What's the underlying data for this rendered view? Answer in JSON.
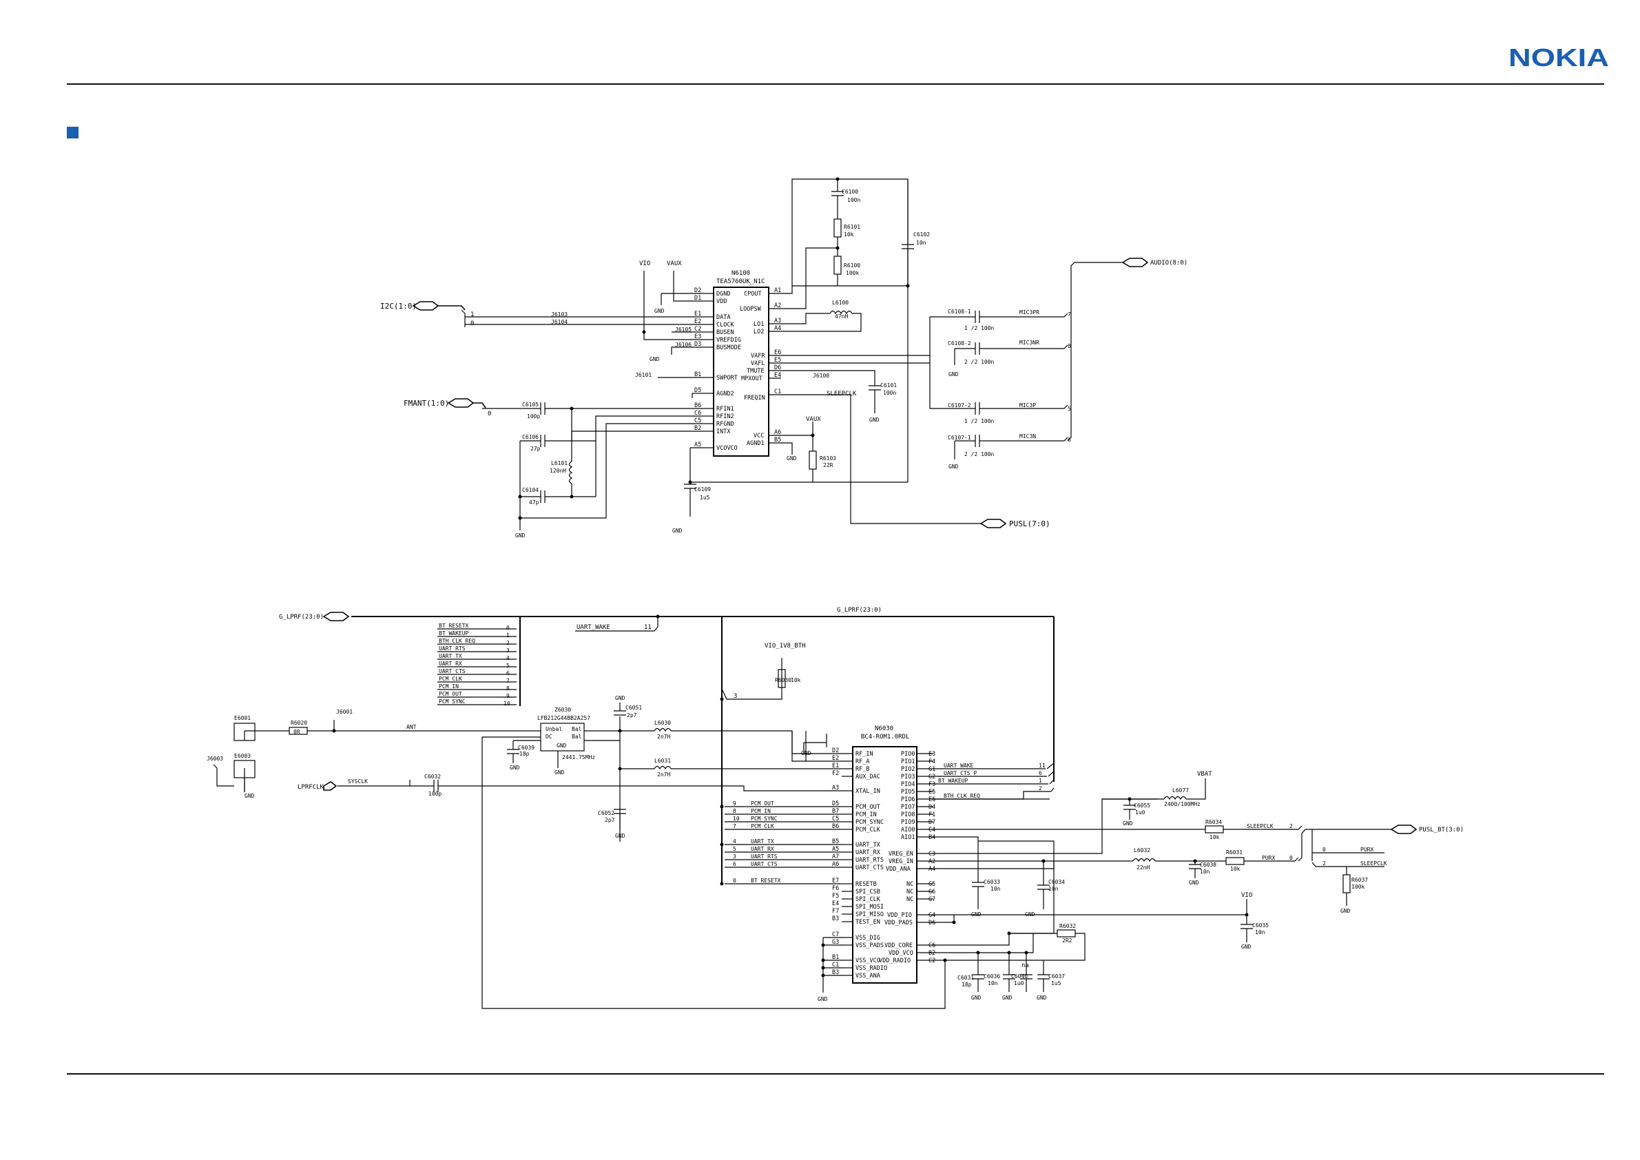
{
  "brand": {
    "logo_text": "NOKIA",
    "color": "#1a5fb4"
  },
  "section_marker_color": "#1a5fb4",
  "fm_radio": {
    "ic": {
      "ref": "N6100",
      "part": "TEA5760UK_N1C",
      "left_pins": [
        {
          "num": "D2",
          "name": "DGND"
        },
        {
          "num": "D1",
          "name": "VDD"
        },
        {
          "num": "E1",
          "name": "DATA"
        },
        {
          "num": "E2",
          "name": "CLOCK"
        },
        {
          "num": "C2",
          "name": "BUSEN"
        },
        {
          "num": "E3",
          "name": "VREFDIG"
        },
        {
          "num": "D3",
          "name": "BUSMODE"
        },
        {
          "num": "B1",
          "name": "SWPORT"
        },
        {
          "num": "D5",
          "name": "AGND2"
        },
        {
          "num": "B6",
          "name": "RFIN1"
        },
        {
          "num": "C6",
          "name": "RFIN2"
        },
        {
          "num": "C5",
          "name": "RFGND"
        },
        {
          "num": "B2",
          "name": "INTX"
        },
        {
          "num": "A5",
          "name": "VCOVCO"
        }
      ],
      "right_pins": [
        {
          "num": "A1",
          "name": "CPOUT"
        },
        {
          "num": "A2",
          "name": "LOOPSW"
        },
        {
          "num": "A3",
          "name": "LO1"
        },
        {
          "num": "A4",
          "name": "LO2"
        },
        {
          "num": "E6",
          "name": "VAFR"
        },
        {
          "num": "E5",
          "name": "VAFL"
        },
        {
          "num": "D6",
          "name": "TMUTE"
        },
        {
          "num": "E4",
          "name": "MPXOUT"
        },
        {
          "num": "C1",
          "name": "FREQIN"
        },
        {
          "num": "A6",
          "name": "VCC"
        },
        {
          "num": "B5",
          "name": "AGND1"
        }
      ]
    },
    "ports": {
      "i2c": "I2C(1:0)",
      "fmant": "FMANT(1:0)",
      "audio": "AUDIO(8:0)",
      "pusl": "PUSL(7:0)"
    },
    "supplies": {
      "vio": "VIO",
      "vaux": "VAUX",
      "vaux2": "VAUX"
    },
    "gnd": "GND",
    "components": [
      {
        "ref": "C6100",
        "val": "100n"
      },
      {
        "ref": "R6101",
        "val": "10k"
      },
      {
        "ref": "R6100",
        "val": "100k"
      },
      {
        "ref": "C6102",
        "val": "10n"
      },
      {
        "ref": "L6100",
        "val": "47nH"
      },
      {
        "ref": "C6101",
        "val": "100n"
      },
      {
        "ref": "R6103",
        "val": "22R"
      },
      {
        "ref": "C6109",
        "val": "1u5"
      },
      {
        "ref": "C6105",
        "val": "100p"
      },
      {
        "ref": "C6106",
        "val": "27p"
      },
      {
        "ref": "L6101",
        "val": "120nH"
      },
      {
        "ref": "C6104",
        "val": "47p"
      }
    ],
    "test_points": [
      "J6103",
      "J6104",
      "J6105",
      "J6106",
      "J6101",
      "J6100"
    ],
    "bus_bits": {
      "i2c_1": "1",
      "i2c_0": "0",
      "fm_0": "0"
    },
    "sleepclk": "SLEEPCLK",
    "mic_caps": [
      {
        "ref": "C6108-1",
        "pins": "1  /2 100n",
        "net": "MIC3PR",
        "bit": "7"
      },
      {
        "ref": "C6108-2",
        "pins": "2  /2 100n",
        "net": "MIC3NR",
        "bit": "8"
      },
      {
        "ref": "C6107-2",
        "pins": "1  /2 100n",
        "net": "MIC3P",
        "bit": "5"
      },
      {
        "ref": "C6107-1",
        "pins": "2  /2 100n",
        "net": "MIC3N",
        "bit": "6"
      }
    ]
  },
  "bluetooth": {
    "ic": {
      "ref": "N6030",
      "part": "BC4-ROM1.0RDL",
      "left_pins": [
        {
          "num": "D2",
          "name": "RF_IN"
        },
        {
          "num": "E2",
          "name": "RF_A"
        },
        {
          "num": "E1",
          "name": "RF_B"
        },
        {
          "num": "F2",
          "name": "AUX_DAC"
        },
        {
          "num": "A3",
          "name": "XTAL_IN"
        },
        {
          "num": "D5",
          "name": "PCM_OUT"
        },
        {
          "num": "B7",
          "name": "PCM_IN"
        },
        {
          "num": "C5",
          "name": "PCM_SYNC"
        },
        {
          "num": "B6",
          "name": "PCM_CLK"
        },
        {
          "num": "B5",
          "name": "UART_TX"
        },
        {
          "num": "A5",
          "name": "UART_RX"
        },
        {
          "num": "A7",
          "name": "UART_RTS"
        },
        {
          "num": "A6",
          "name": "UART_CTS"
        },
        {
          "num": "E7",
          "name": "RESETB"
        },
        {
          "num": "F6",
          "name": "SPI_CSB"
        },
        {
          "num": "F5",
          "name": "SPI_CLK"
        },
        {
          "num": "E4",
          "name": "SPI_MOSI"
        },
        {
          "num": "F7",
          "name": "SPI_MISO"
        },
        {
          "num": "B3",
          "name": "TEST_EN"
        },
        {
          "num": "C7",
          "name": "VSS_DIG"
        },
        {
          "num": "G3",
          "name": "VSS_PADS"
        },
        {
          "num": "B1",
          "name": "VSS_VCO"
        },
        {
          "num": "C1",
          "name": "VSS_RADIO"
        },
        {
          "num": "B3",
          "name": "VSS_ANA"
        }
      ],
      "right_pins": [
        {
          "num": "E3",
          "name": "PIO0"
        },
        {
          "num": "F4",
          "name": "PIO1"
        },
        {
          "num": "G1",
          "name": "PIO2"
        },
        {
          "num": "G2",
          "name": "PIO3"
        },
        {
          "num": "F3",
          "name": "PIO4"
        },
        {
          "num": "E5",
          "name": "PIO5"
        },
        {
          "num": "E6",
          "name": "PIO6"
        },
        {
          "num": "D4",
          "name": "PIO7"
        },
        {
          "num": "F1",
          "name": "PIO8"
        },
        {
          "num": "D7",
          "name": "PIO9"
        },
        {
          "num": "C4",
          "name": "AIO0"
        },
        {
          "num": "B4",
          "name": "AIO1"
        },
        {
          "num": "C3",
          "name": "VREG_EN"
        },
        {
          "num": "A2",
          "name": "VREG_IN"
        },
        {
          "num": "A4",
          "name": "VDD_ANA"
        },
        {
          "num": "G5",
          "name": "NC"
        },
        {
          "num": "G6",
          "name": "NC"
        },
        {
          "num": "G7",
          "name": "NC"
        },
        {
          "num": "G4",
          "name": "VDD_PIO"
        },
        {
          "num": "D6",
          "name": "VDD_PADS"
        },
        {
          "num": "C6",
          "name": "VDD_CORE"
        },
        {
          "num": "B2",
          "name": "VDD_VCO"
        },
        {
          "num": "C2",
          "name": "VDD_RADIO"
        }
      ]
    },
    "filter": {
      "ref": "Z6030",
      "part": "LFB212G44BB2A257",
      "freq": "2441.75MHz",
      "p1": "Unbal",
      "p2": "Bal",
      "p3": "DC",
      "p4": "Bal",
      "p5": "GND"
    },
    "ports": {
      "glprf": "G_LPRF(23:0)",
      "glprf2": "G_LPRF(23:0)",
      "lprfclk": "LPRFCLK",
      "pusl_bt": "PUSL_BT(3:0)"
    },
    "bus_signals": [
      {
        "name": "BT_RESETX",
        "bit": "0"
      },
      {
        "name": "BT_WAKEUP",
        "bit": "1"
      },
      {
        "name": "BTH_CLK_REQ",
        "bit": "2"
      },
      {
        "name": "UART_RTS",
        "bit": "3"
      },
      {
        "name": "UART_TX",
        "bit": "4"
      },
      {
        "name": "UART_RX",
        "bit": "5"
      },
      {
        "name": "UART_CTS",
        "bit": "6"
      },
      {
        "name": "PCM_CLK",
        "bit": "7"
      },
      {
        "name": "PCM_IN",
        "bit": "8"
      },
      {
        "name": "PCM_OUT",
        "bit": "9"
      },
      {
        "name": "PCM_SYNC",
        "bit": "10"
      }
    ],
    "uart_wake": {
      "name": "UART_WAKE",
      "bit": "11"
    },
    "left_nets": [
      {
        "bit": "9",
        "name": "PCM_OUT"
      },
      {
        "bit": "8",
        "name": "PCM_IN"
      },
      {
        "bit": "10",
        "name": "PCM_SYNC"
      },
      {
        "bit": "7",
        "name": "PCM_CLK"
      },
      {
        "bit": "4",
        "name": "UART_TX"
      },
      {
        "bit": "5",
        "name": "UART_RX"
      },
      {
        "bit": "3",
        "name": "UART_RTS"
      },
      {
        "bit": "6",
        "name": "UART_CTS"
      },
      {
        "bit": "0",
        "name": "BT_RESETX"
      }
    ],
    "right_nets": [
      {
        "name": "UART_WAKE",
        "bit": "11"
      },
      {
        "name": "UART_CTS_P",
        "bit": "6"
      },
      {
        "name": "BT_WAKEUP",
        "bit": "1"
      },
      {
        "name": "BTH_CLK_REQ",
        "bit": "2"
      }
    ],
    "bit3": "3",
    "supplies": {
      "vio_bth": "VIO_1V8_BTH",
      "vbat": "VBAT",
      "vio": "VIO"
    },
    "gnd": "GND",
    "antenna": {
      "e6001": "E6001",
      "e6003": "E6003",
      "j6001": "J6001",
      "j6003": "J6003",
      "ant": "ANT",
      "sysclk": "SYSCLK"
    },
    "components": [
      {
        "ref": "R6020",
        "val": "0R"
      },
      {
        "ref": "C6039",
        "val": "18p"
      },
      {
        "ref": "C6051",
        "val": "2p7"
      },
      {
        "ref": "L6030",
        "val": "2n7H"
      },
      {
        "ref": "L6031",
        "val": "2n7H"
      },
      {
        "ref": "C6052",
        "val": "2p7"
      },
      {
        "ref": "C6032",
        "val": "100p"
      },
      {
        "ref": "R6030",
        "val": "10k"
      },
      {
        "ref": "L6077",
        "val": "2400/100MHz"
      },
      {
        "ref": "C6055",
        "val": "1u0"
      },
      {
        "ref": "R6034",
        "val": "10k"
      },
      {
        "ref": "L6032",
        "val": "22nH"
      },
      {
        "ref": "C6038",
        "val": "10n"
      },
      {
        "ref": "R6031",
        "val": "10k"
      },
      {
        "ref": "R6037",
        "val": "100k"
      },
      {
        "ref": "C6033",
        "val": "10n"
      },
      {
        "ref": "C6034",
        "val": "10n"
      },
      {
        "ref": "C6035",
        "val": "10n"
      },
      {
        "ref": "R6032",
        "val": "2R2"
      },
      {
        "ref": "C6031",
        "val": "18p"
      },
      {
        "ref": "C6036",
        "val": "10n"
      },
      {
        "ref": "C6040",
        "val": "1u0"
      },
      {
        "ref": "C6037",
        "val": "1u5"
      }
    ],
    "na": "na",
    "sleep_nets": {
      "sleepclk": "SLEEPCLK",
      "purx": "PURX",
      "purx2": "PURX",
      "sleepclk2": "SLEEPCLK",
      "bit2": "2",
      "bit0": "0",
      "b0": "0",
      "b2": "2"
    }
  }
}
